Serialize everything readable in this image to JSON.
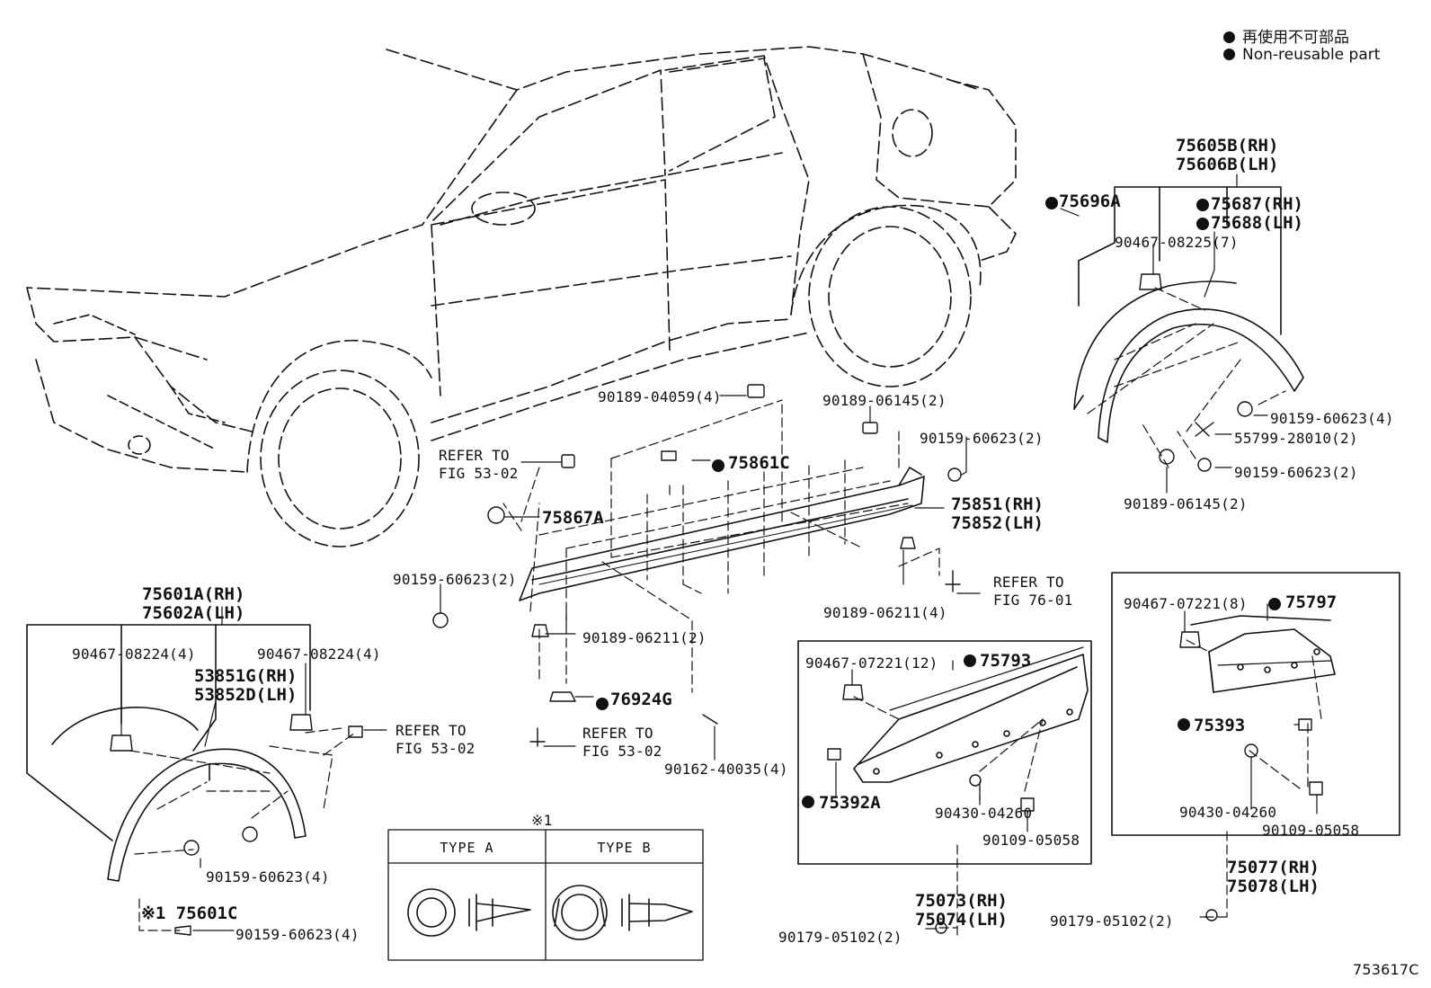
{
  "legend": [
    "再使用不可部品",
    "Non-reusable part"
  ],
  "figure_code": "753617C",
  "table": {
    "mark": "※1",
    "type_a": "TYPE A",
    "type_b": "TYPE B"
  },
  "labels": {
    "l75605B": "75605B(RH)",
    "l75606B": "75606B(LH)",
    "l75696A": "75696A",
    "l75687": "75687(RH)",
    "l75688": "75688(LH)",
    "l90467_08225": "90467-08225(7)",
    "l90159_60623_4r": "90159-60623(4)",
    "l55799": "55799-28010(2)",
    "l90159_60623_2r": "90159-60623(2)",
    "l90189_06145_2r": "90189-06145(2)",
    "l90189_04059": "90189-04059(4)",
    "l90189_06145_2m": "90189-06145(2)",
    "l90159_60623_2m": "90159-60623(2)",
    "l75861C": "75861C",
    "refer1a": "REFER TO",
    "refer1b": "FIG 53-02",
    "l75867A": "75867A",
    "l75851": "75851(RH)",
    "l75852": "75852(LH)",
    "l90159_60623_2l": "90159-60623(2)",
    "refer2a": "REFER TO",
    "refer2b": "FIG 76-01",
    "l90189_06211_4": "90189-06211(4)",
    "l90189_06211_2": "90189-06211(2)",
    "l76924G": "76924G",
    "refer3a": "REFER TO",
    "refer3b": "FIG 53-02",
    "l90162": "90162-40035(4)",
    "l75601A": "75601A(RH)",
    "l75602A": "75602A(LH)",
    "l90467_08224_l": "90467-08224(4)",
    "l90467_08224_r": "90467-08224(4)",
    "l53851G": "53851G(RH)",
    "l53852D": "53852D(LH)",
    "refer4a": "REFER TO",
    "refer4b": "FIG 53-02",
    "l90159_60623_4a": "90159-60623(4)",
    "l75601C": "※1 75601C",
    "l90159_60623_4b": "90159-60623(4)",
    "l90467_07221_12": "90467-07221(12)",
    "l75793": "75793",
    "l75392A": "75392A",
    "l90430_m": "90430-04260",
    "l90109_m": "90109-05058",
    "l75073": "75073(RH)",
    "l75074": "75074(LH)",
    "l90179_m": "90179-05102(2)",
    "l90467_07221_8": "90467-07221(8)",
    "l75797": "75797",
    "l75393": "75393",
    "l90430_r": "90430-04260",
    "l90109_r": "90109-05058",
    "l75077": "75077(RH)",
    "l75078": "75078(LH)",
    "l90179_r": "90179-05102(2)"
  }
}
